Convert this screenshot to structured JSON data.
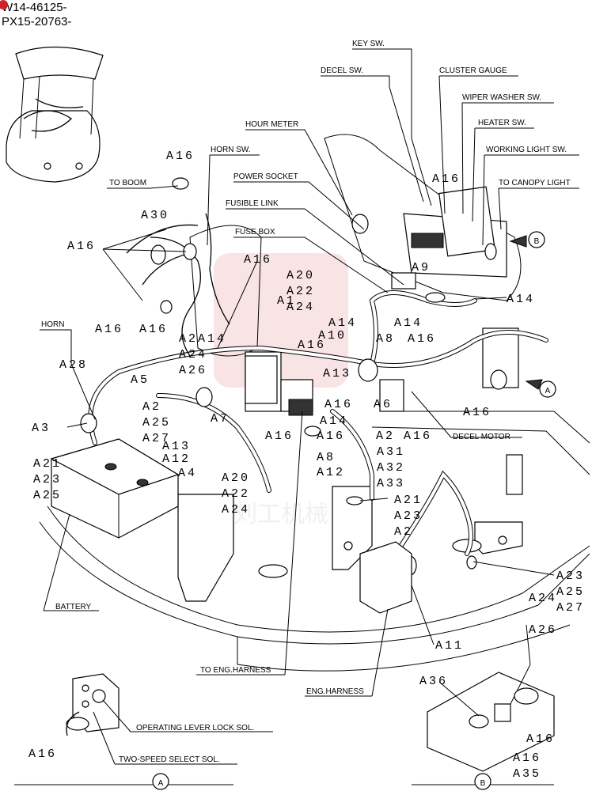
{
  "serials": [
    "W14-46125-",
    "PX15-20763-"
  ],
  "watermark": "刘工机械",
  "callouts": {
    "key_sw": "KEY SW.",
    "decel_sw": "DECEL SW.",
    "cluster_gauge": "CLUSTER GAUGE",
    "wiper_washer_sw": "WIPER WASHER SW.",
    "heater_sw": "HEATER SW.",
    "hour_meter": "HOUR METER",
    "working_light_sw": "WORKING LIGHT SW.",
    "horn_sw": "HORN SW.",
    "power_socket": "POWER SOCKET",
    "to_canopy_light": "TO CANOPY LIGHT",
    "to_boom": "TO BOOM",
    "fusible_link": "FUSIBLE LINK",
    "fuse_box": "FUSE BOX",
    "horn": "HORN",
    "decel_motor": "DECEL MOTOR",
    "battery": "BATTERY",
    "to_eng_harness": "TO ENG.HARNESS",
    "eng_harness": "ENG.HARNESS",
    "operating_lever_lock_sol": "OPERATING LEVER LOCK SOL.",
    "two_speed_select_sol": "TWO-SPEED SELECT SOL."
  },
  "view_refs": {
    "a": "A",
    "b": "B"
  },
  "codes": {
    "a16": "A16",
    "a30": "A30",
    "a1": "A1",
    "a20": "A20",
    "a22": "A22",
    "a24": "A24",
    "a9": "A9",
    "a14": "A14",
    "a8": "A8",
    "a6": "A6",
    "a13": "A13",
    "a10": "A10",
    "a5": "A5",
    "a7": "A7",
    "a26": "A26",
    "a28": "A28",
    "a3": "A3",
    "a2": "A2",
    "a27": "A27",
    "a25": "A25",
    "a12": "A12",
    "a4": "A4",
    "a21": "A21",
    "a23": "A23",
    "a31": "A31",
    "a32": "A32",
    "a33": "A33",
    "a11": "A11",
    "a36": "A36",
    "a35": "A35"
  }
}
